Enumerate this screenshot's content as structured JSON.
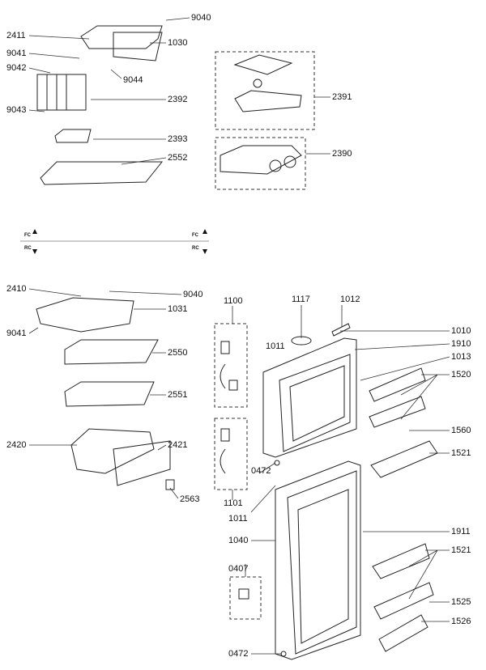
{
  "diagram": {
    "type": "exploded-parts-diagram",
    "section_markers": {
      "upper": "FC",
      "lower": "RC"
    },
    "freezer_parts": {
      "p9040a": "9040",
      "p2411": "2411",
      "p1030": "1030",
      "p9041a": "9041",
      "p9042": "9042",
      "p9044": "9044",
      "p2392": "2392",
      "p9043": "9043",
      "p2393": "2393",
      "p2552": "2552",
      "p2391": "2391",
      "p2390": "2390"
    },
    "fridge_parts": {
      "p2410": "2410",
      "p9040b": "9040",
      "p1031": "1031",
      "p9041b": "9041",
      "p2550": "2550",
      "p2551": "2551",
      "p2420": "2420",
      "p2421": "2421",
      "p2563": "2563"
    },
    "door_parts": {
      "p1100": "1100",
      "p1117": "1117",
      "p1012": "1012",
      "p1010": "1010",
      "p1011a": "1011",
      "p1910": "1910",
      "p1013": "1013",
      "p1520": "1520",
      "p1560": "1560",
      "p1521a": "1521",
      "p1101": "1101",
      "p0472a": "0472",
      "p1011b": "1011",
      "p1040": "1040",
      "p1911": "1911",
      "p1521b": "1521",
      "p0407": "0407",
      "p1525": "1525",
      "p1526": "1526",
      "p0472b": "0472"
    }
  }
}
